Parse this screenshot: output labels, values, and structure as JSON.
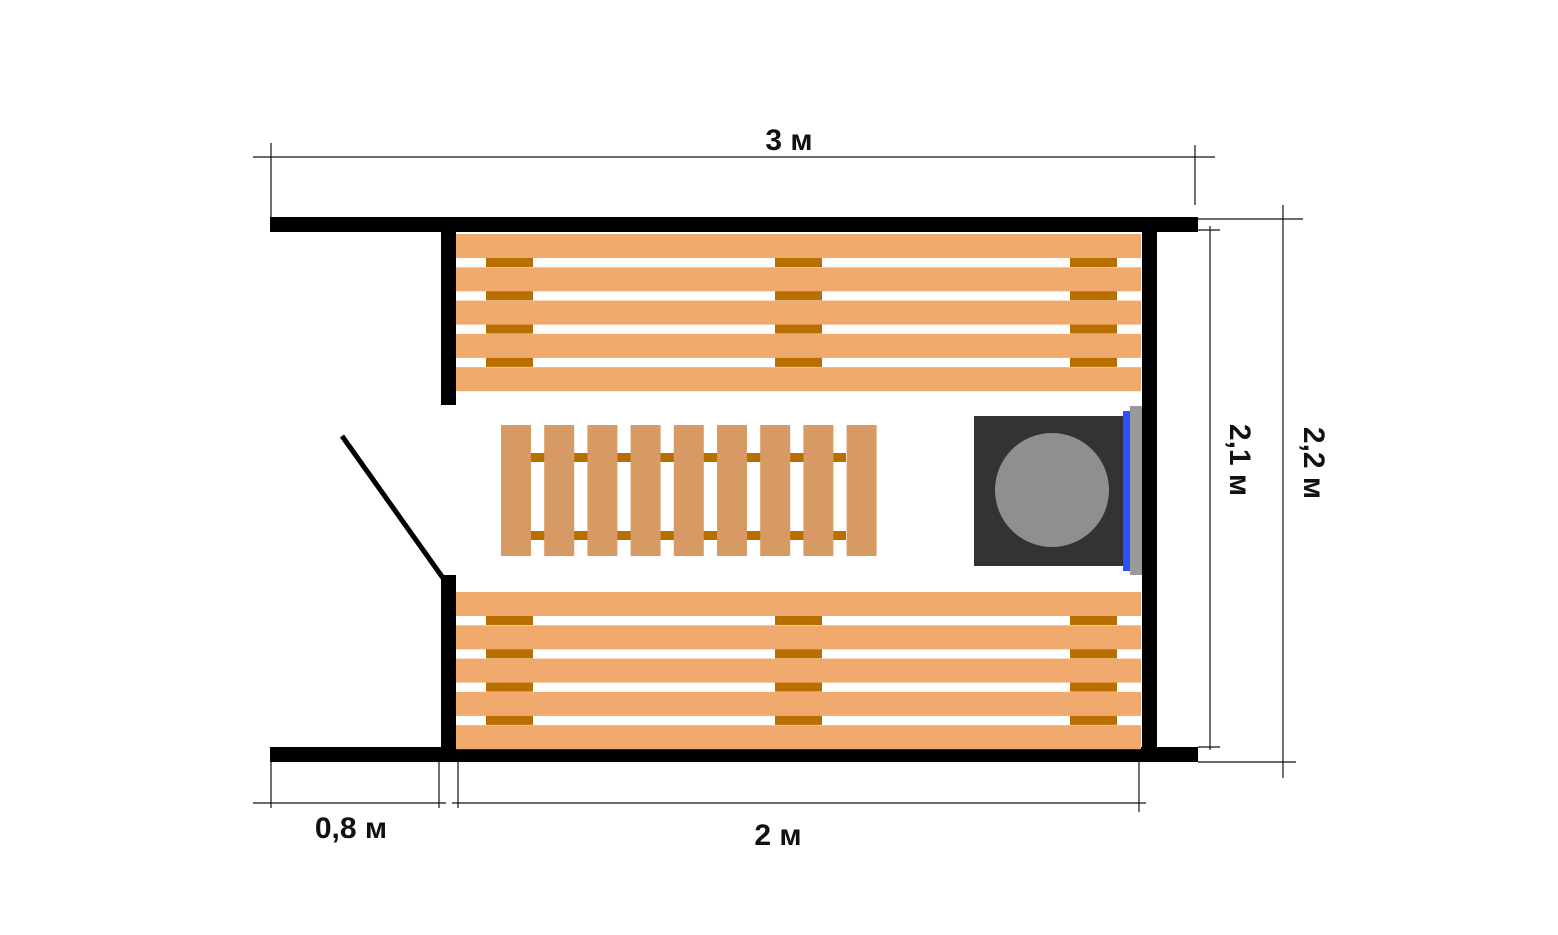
{
  "title": "Sauna floor plan",
  "dimensions": {
    "total_width": "3 м",
    "inner_height": "2,1 м",
    "total_height": "2,2 м",
    "vestibule_width": "0,8 м",
    "steam_room_width": "2 м"
  },
  "colors": {
    "wall": "#000000",
    "bench_board": "#f0aa6e",
    "joist": "#b86f00",
    "floor_grate": "#d89a64",
    "stove_body": "#353331",
    "stove_top": "#8f8f8f",
    "heat_shield": "#2b50ff",
    "stone_wall": "#9a9a9a"
  }
}
